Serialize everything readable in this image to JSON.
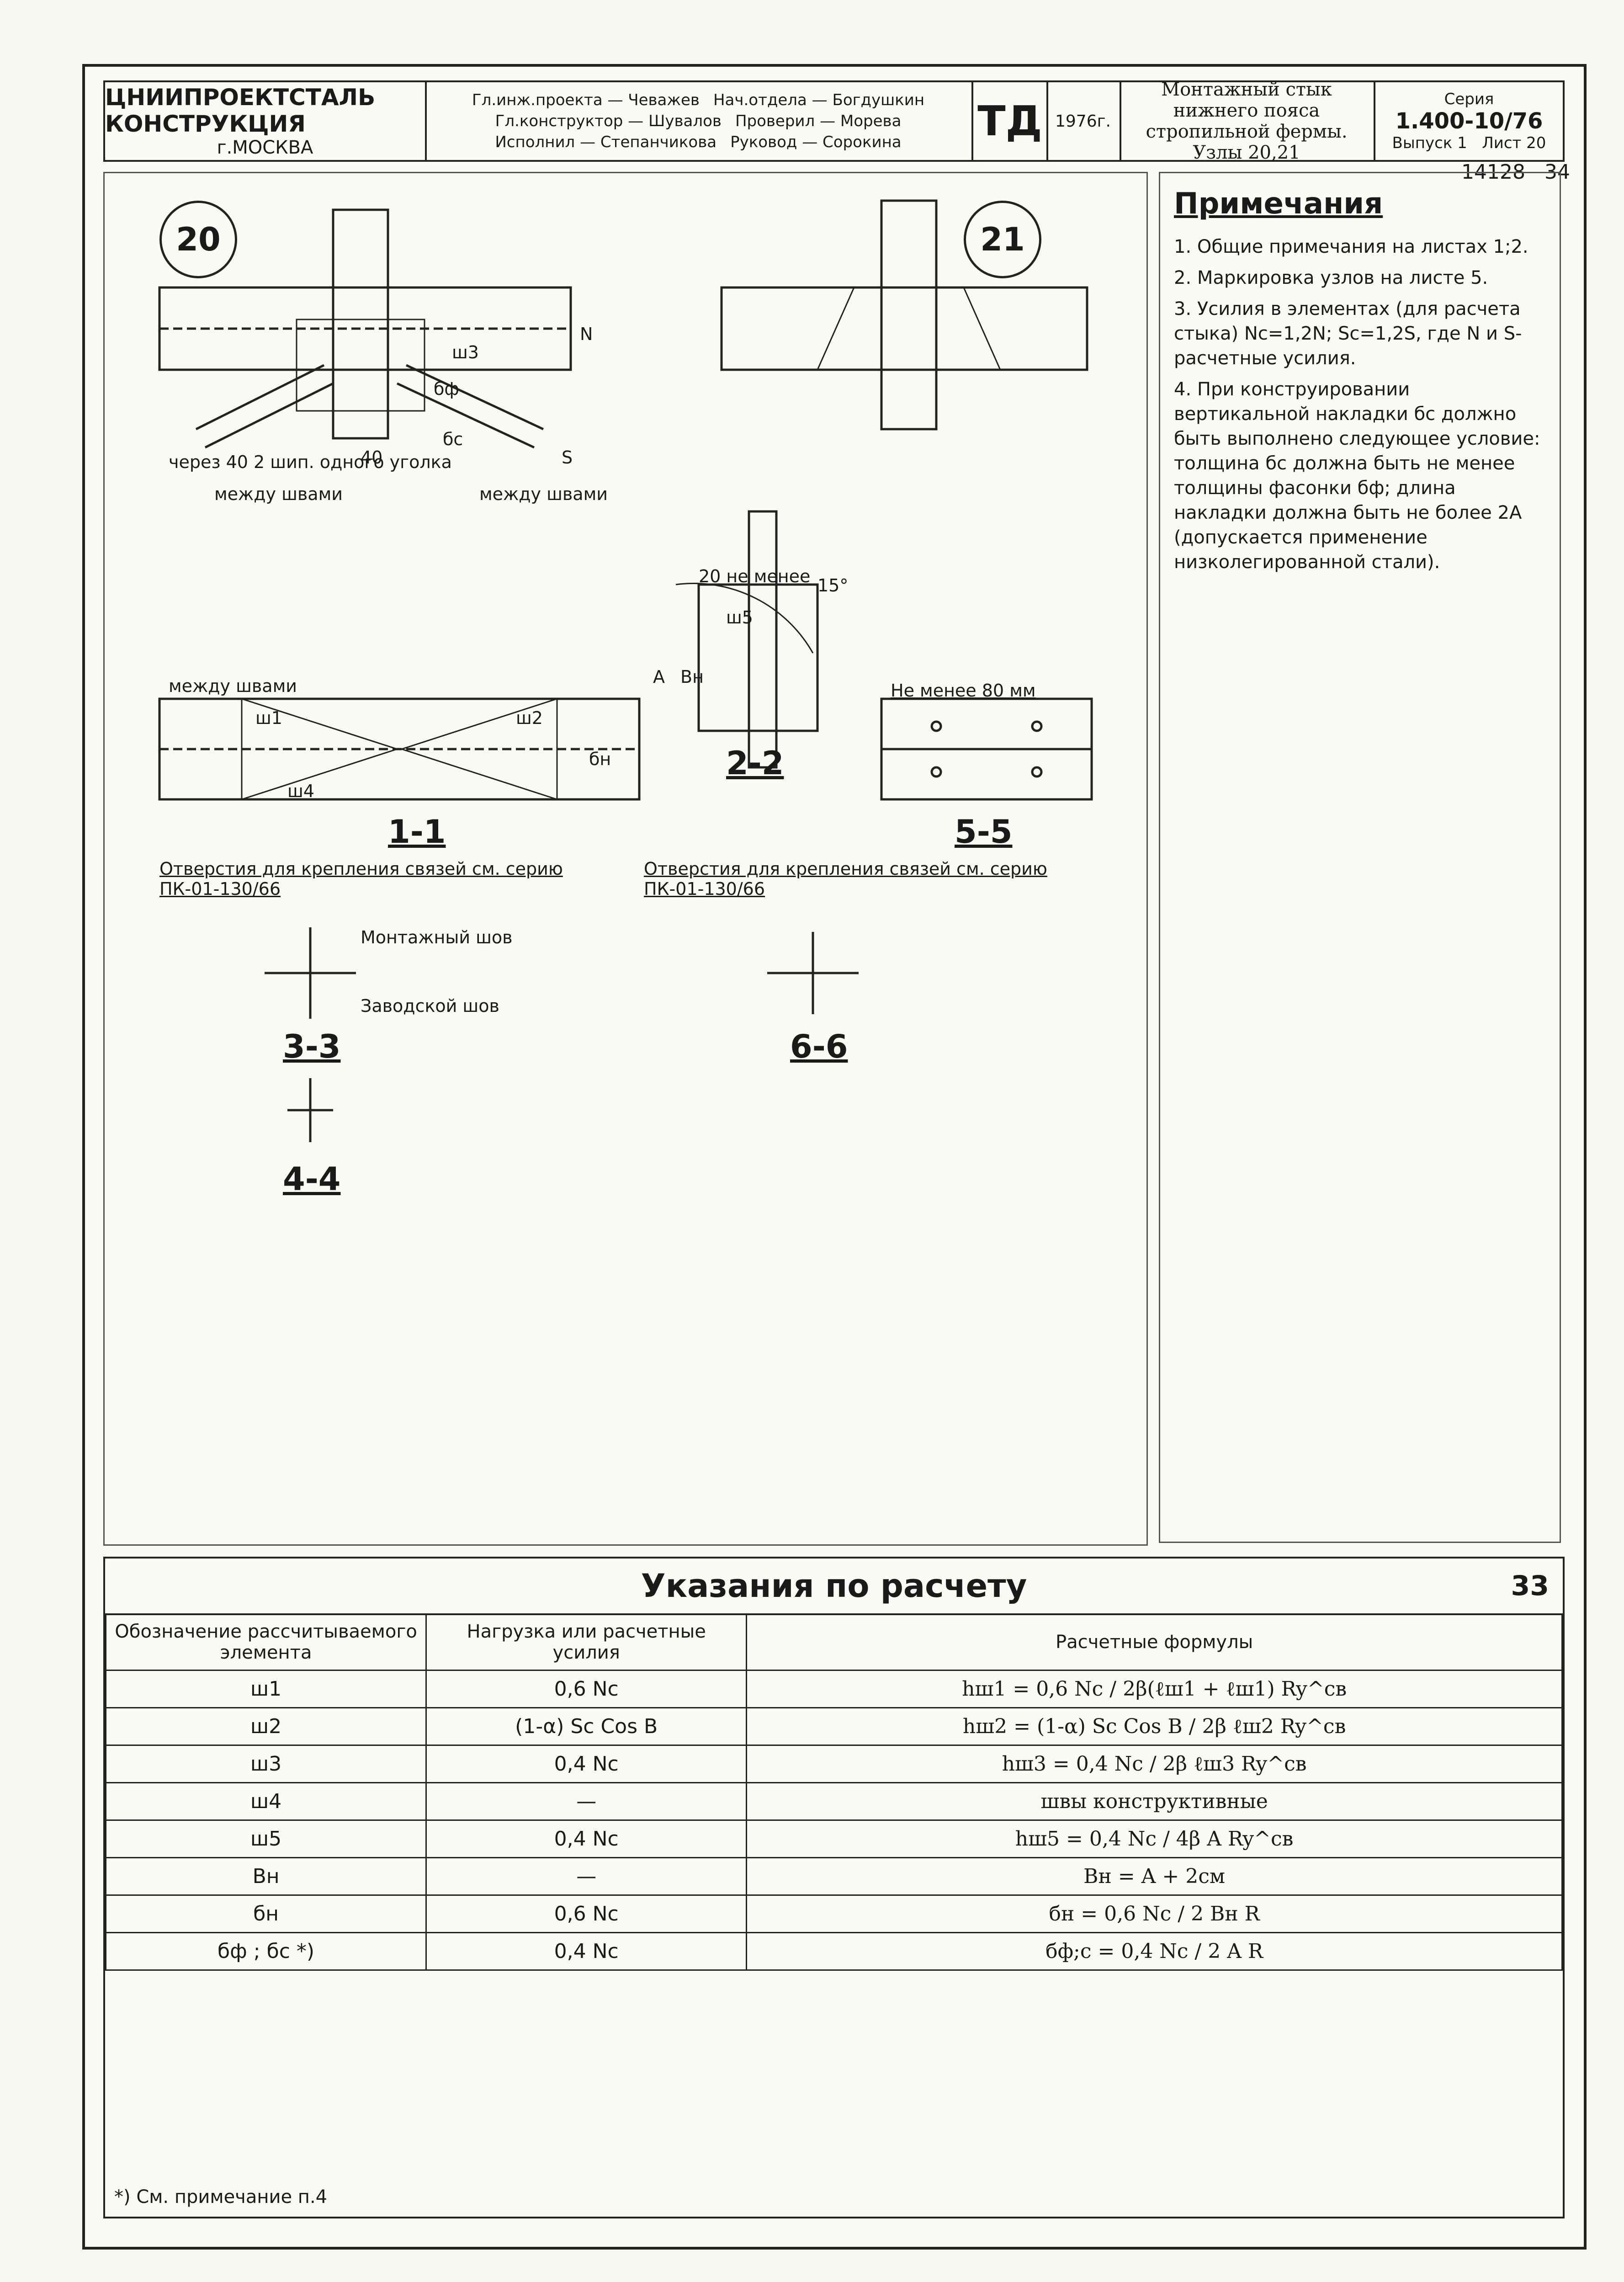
{
  "sheet_no": "33",
  "org": {
    "name": "ЦНИИПРОЕКТСТАЛЬ КОНСТРУКЦИЯ",
    "city": "г.МОСКВА",
    "year": "1976г."
  },
  "title_block": {
    "roles": [
      {
        "role": "Гл.инж.проекта",
        "name": "Чеважев"
      },
      {
        "role": "Нач.отдела",
        "name": "Богдушкин"
      },
      {
        "role": "Гл.конструктор",
        "name": "Шувалов"
      },
      {
        "role": "Проверил",
        "name": "Морева"
      },
      {
        "role": "Исполнил",
        "name": "Степанчикова"
      },
      {
        "role": "Руковод",
        "name": "Сорокина"
      }
    ],
    "stamp_mark": "ТД",
    "drawing_title": "Монтажный стык нижнего пояса стропильной фермы. Узлы 20,21",
    "series": "Серия",
    "series_value": "1.400-10/76",
    "issue_label": "Выпуск",
    "issue_value": "1",
    "sheet_label": "Лист",
    "sheet_value": "20",
    "archive_no": "14128",
    "archive_sheet": "34"
  },
  "drawing": {
    "node_20": "20",
    "node_21": "21",
    "sections": [
      "1-1",
      "2-2",
      "3-3",
      "4-4",
      "5-5",
      "6-6"
    ],
    "annotations": [
      "через 40 2 шип. одного уголка",
      "между швами",
      "между швами",
      "40",
      "между швами",
      "Отверстия для крепления связей см. серию ПК-01-130/66",
      "Отверстия для крепления связей см. серию ПК-01-130/66",
      "20 не менее",
      "Не менее 80 мм",
      "Монтажный шов",
      "Заводской шов",
      "15°",
      "A",
      "Bн",
      "N",
      "S",
      "бф",
      "бс",
      "бн",
      "ш1",
      "ш2",
      "ш3",
      "ш4",
      "ш5"
    ]
  },
  "notes": {
    "title": "Примечания",
    "items": [
      "1. Общие примечания на листах 1;2.",
      "2. Маркировка узлов на листе 5.",
      "3. Усилия в элементах (для расчета стыка) Nc=1,2N; Sc=1,2S, где N и S- расчетные усилия.",
      "4. При конструировании вертикальной накладки бс должно быть выполнено следующее условие: толщина бс должна быть не менее толщины фасонки бф; длина накладки должна быть не более 2А (допускается применение низколегированной стали)."
    ]
  },
  "table": {
    "title": "Указания по расчету",
    "headers": [
      "Обозначение рассчитываемого элемента",
      "Нагрузка или расчетные усилия",
      "Расчетные формулы"
    ],
    "rows": [
      {
        "element": "ш1",
        "load": "0,6 Nc",
        "formula": "hш1 = 0,6 Nc / 2β(ℓш1 + ℓш1) Ry^св"
      },
      {
        "element": "ш2",
        "load": "(1-α) Sc Cos B",
        "formula": "hш2 = (1-α) Sc Cos B / 2β ℓш2 Ry^св"
      },
      {
        "element": "ш3",
        "load": "0,4 Nc",
        "formula": "hш3 = 0,4 Nc / 2β ℓш3 Ry^св"
      },
      {
        "element": "ш4",
        "load": "—",
        "formula": "швы конструктивные"
      },
      {
        "element": "ш5",
        "load": "0,4 Nc",
        "formula": "hш5 = 0,4 Nc / 4β A Ry^св"
      },
      {
        "element": "Bн",
        "load": "—",
        "formula": "Bн = A + 2см"
      },
      {
        "element": "бн",
        "load": "0,6 Nc",
        "formula": "бн = 0,6 Nc / 2 Bн R"
      },
      {
        "element": "бф ; бс *)",
        "load": "0,4 Nc",
        "formula": "бф;с = 0,4 Nc / 2 A R"
      }
    ],
    "footnote": "*) См. примечание п.4"
  }
}
